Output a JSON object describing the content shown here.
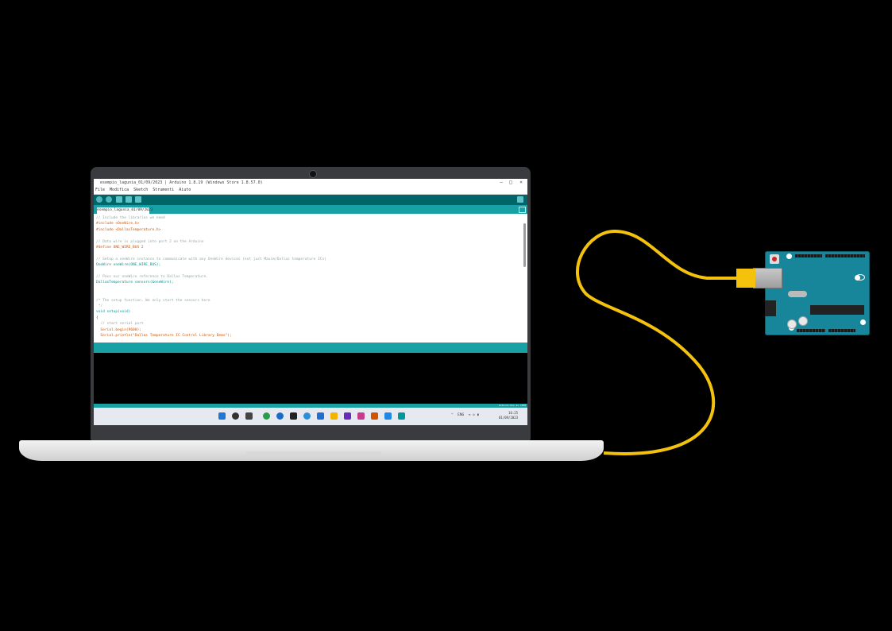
{
  "ide": {
    "window_title": "esempio_lagunia_01/09/2023 | Arduino 1.8.19 (Windows Store 1.8.57.0)",
    "menu": [
      "File",
      "Modifica",
      "Sketch",
      "Strumenti",
      "Aiuto"
    ],
    "tab_label": "esempio_lagunia_01/09/2023",
    "code_lines": [
      {
        "text": "// Include the libraries we need",
        "kind": "comment"
      },
      {
        "text": "#include <OneWire.h>",
        "kind": "kw"
      },
      {
        "text": "#include <DallasTemperature.h>",
        "kind": "kw"
      },
      {
        "text": "",
        "kind": "plain"
      },
      {
        "text": "// Data wire is plugged into port 2 on the Arduino",
        "kind": "comment"
      },
      {
        "text": "#define ONE_WIRE_BUS 2",
        "kind": "kw"
      },
      {
        "text": "",
        "kind": "plain"
      },
      {
        "text": "// Setup a oneWire instance to communicate with any OneWire devices (not just Maxim/Dallas temperature ICs)",
        "kind": "comment"
      },
      {
        "text": "OneWire oneWire(ONE_WIRE_BUS);",
        "kind": "type"
      },
      {
        "text": "",
        "kind": "plain"
      },
      {
        "text": "// Pass our oneWire reference to Dallas Temperature.",
        "kind": "comment"
      },
      {
        "text": "DallasTemperature sensors(&oneWire);",
        "kind": "type"
      },
      {
        "text": "",
        "kind": "plain"
      },
      {
        "text": "",
        "kind": "plain"
      },
      {
        "text": "/* The setup function. We only start the sensors here",
        "kind": "comment"
      },
      {
        "text": " */",
        "kind": "comment"
      },
      {
        "text": "void setup(void)",
        "kind": "type"
      },
      {
        "text": "{",
        "kind": "plain"
      },
      {
        "text": "  // start serial port",
        "kind": "comment"
      },
      {
        "text": "  Serial.begin(9600);",
        "kind": "kw"
      },
      {
        "text": "  Serial.println(\"Dallas Temperature IC Control Library Demo\");",
        "kind": "kw"
      }
    ],
    "status_text": "Arduino Uno su COM3",
    "tray_lang": "ENG",
    "clock_time": "16:25",
    "clock_date": "01/09/2023"
  },
  "colors": {
    "arduino_teal": "#006468",
    "arduino_light_teal": "#17a1a5",
    "cable_yellow": "#f4c20d",
    "board_blue": "#17869b"
  },
  "icons": [
    "verify-icon",
    "upload-icon",
    "new-icon",
    "open-icon",
    "save-icon",
    "serial-monitor-icon"
  ]
}
